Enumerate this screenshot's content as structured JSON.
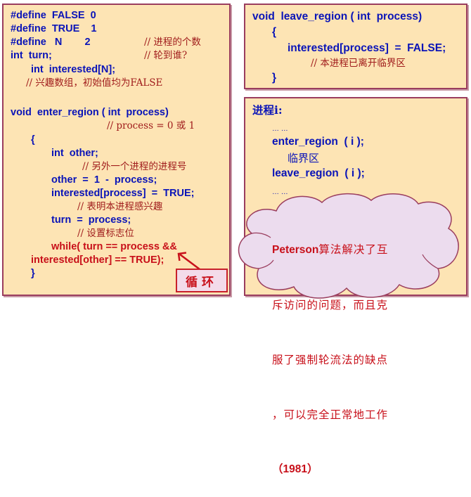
{
  "colors": {
    "box_bg": "#fde4b4",
    "box_border": "#9a3d5e",
    "code_blue": "#0a14b8",
    "comment_dark_red": "#a01c1c",
    "highlight_red": "#c8101a",
    "cloud_fill": "#ecdcee"
  },
  "left_panel": {
    "lines": [
      "#define  FALSE  0",
      "#define  TRUE    1",
      "#define   N        2",
      "// 进程的个数",
      "int  turn;",
      "// 轮到谁?",
      "int  interested[N];",
      "// 兴趣数组，初始值均为FALSE",
      "void  enter_region ( int  process)",
      "// process = 0 或 1",
      "{",
      "int  other;",
      "// 另外一个进程的进程号",
      "other  =  1  -  process;",
      "interested[process]  =  TRUE;",
      "// 表明本进程感兴趣",
      "turn  =  process;",
      "// 设置标志位",
      "while( turn == process &&",
      "interested[other] == TRUE);",
      "}"
    ],
    "loop_label": "循环"
  },
  "right_top_panel": {
    "lines": [
      "void  leave_region ( int  process)",
      "{",
      "interested[process]  =  FALSE;",
      "// 本进程已离开临界区",
      "}"
    ]
  },
  "right_bottom_panel": {
    "title": "进程i:",
    "lines": [
      "… …",
      "enter_region  ( i );",
      "临界区",
      "leave_region  ( i );",
      "… …"
    ],
    "cloud": {
      "peterson": "Peterson",
      "line1_rest": "算法解决了互",
      "line2": "斥访问的问题，而且克",
      "line3": "服了强制轮流法的缺点",
      "line4": "，可以完全正常地工作",
      "line5": "（1981）"
    }
  }
}
